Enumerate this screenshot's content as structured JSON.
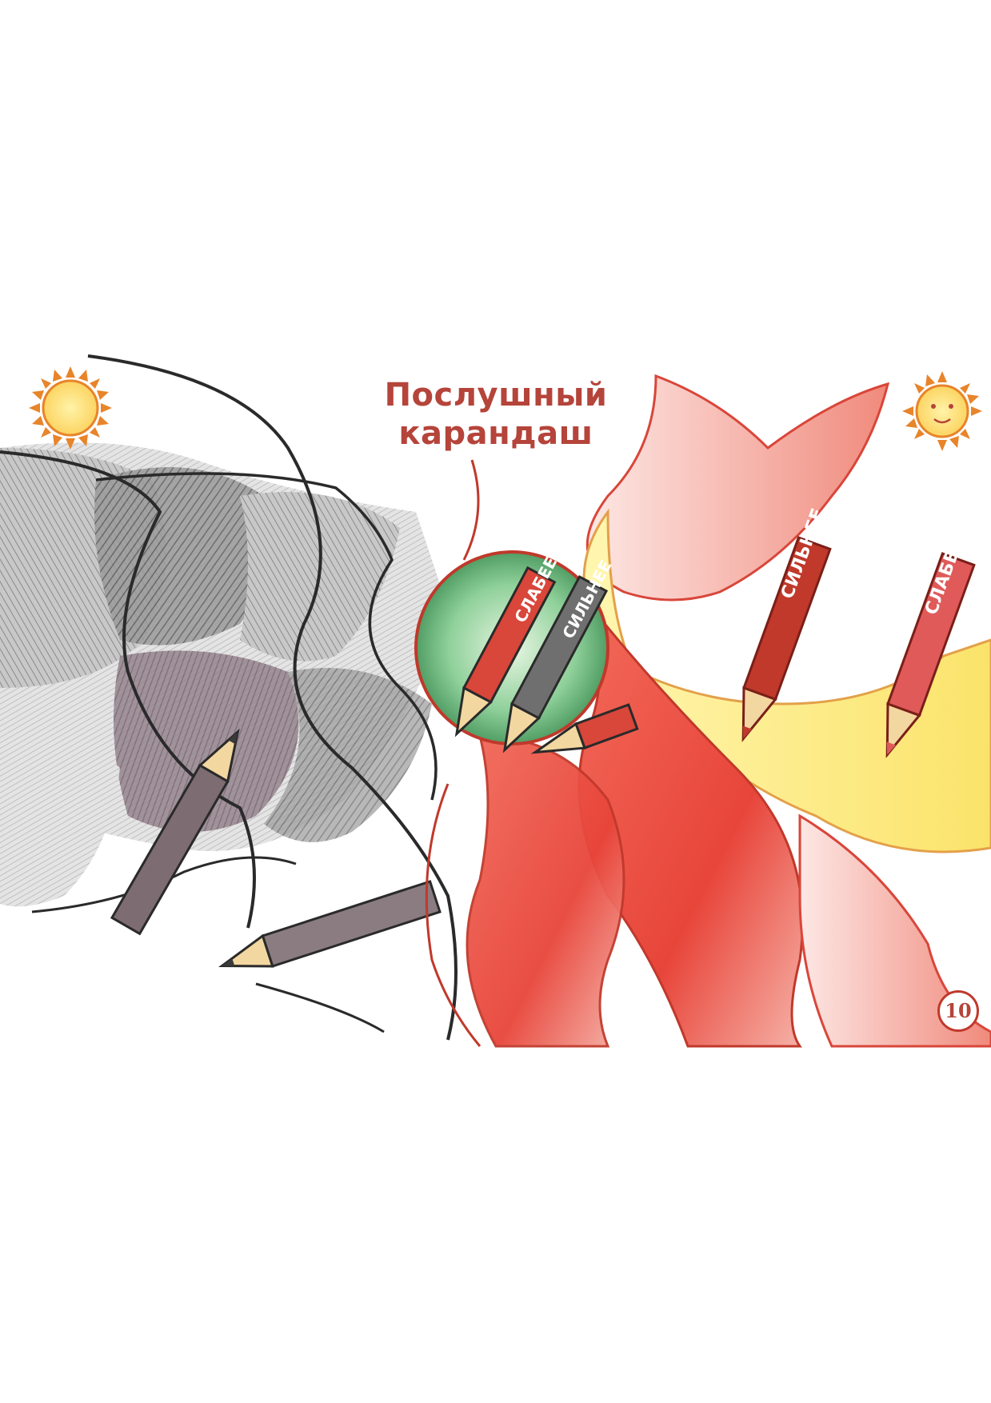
{
  "page": {
    "title_line1": "Послушный",
    "title_line2": "карандаш",
    "page_number": "10"
  },
  "pencils": {
    "medallion_weaker": "СЛАБЕЕ",
    "medallion_stronger": "СИЛЬНЕЕ",
    "right_stronger": "СИЛЬНЕЕ",
    "right_weaker": "СЛАБЕЕ"
  },
  "colors": {
    "title": "#b5443a",
    "accent_red": "#d9463a",
    "sun_orange": "#e8842a",
    "sun_yellow": "#fde68a",
    "medallion_green": "#5fae6e",
    "graphite": "#4a4a4a"
  }
}
